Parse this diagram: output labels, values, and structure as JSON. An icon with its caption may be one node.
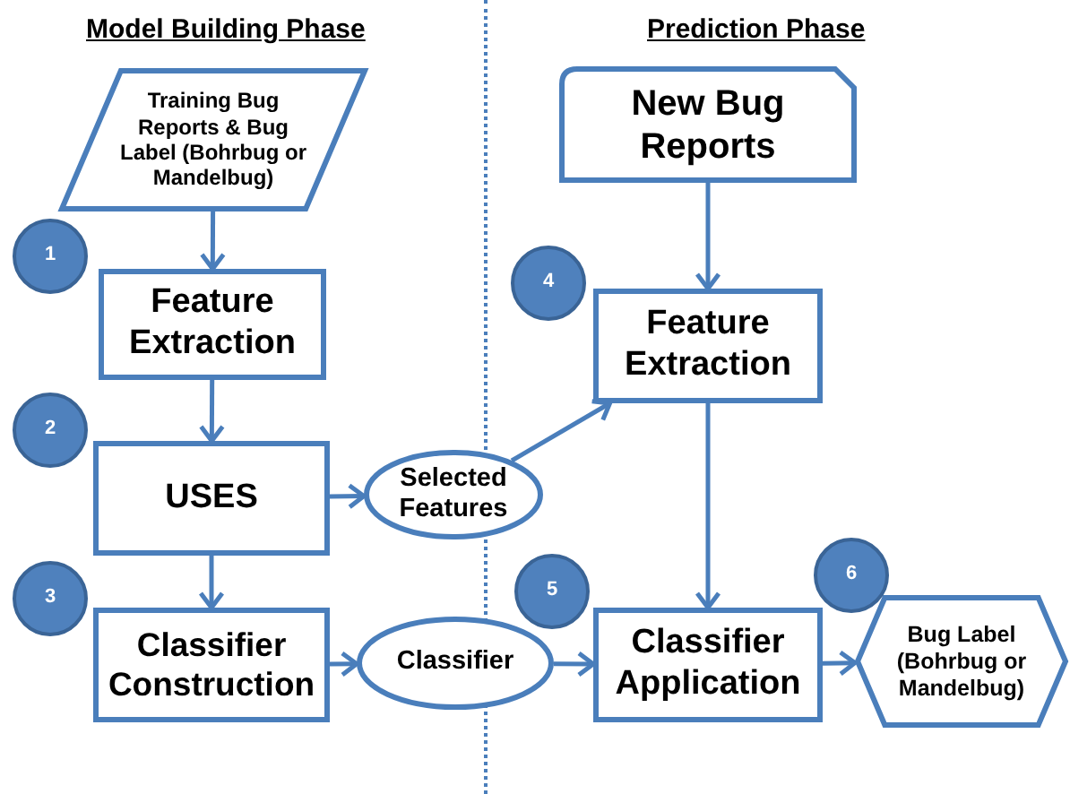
{
  "diagram": {
    "nodes": [
      {
        "text": [
          "Training Bug Reports & Bug Label (Bohrbug or Mandelbug)"
        ]
      },
      {
        "text": [
          "Feature Extraction"
        ]
      },
      {
        "text": [
          "USES"
        ]
      },
      {
        "text": [
          "Classifier Construction"
        ]
      },
      {
        "text": [
          "Selected Features"
        ]
      },
      {
        "text": [
          "Classifier"
        ]
      },
      {
        "text": [
          "New Bug Reports"
        ]
      },
      {
        "text": [
          "Feature Extraction"
        ]
      },
      {
        "text": [
          "Classifier Application"
        ]
      },
      {
        "text": [
          "Bug Label (Bohrbug or Mandelbug)"
        ]
      },
      {
        "text": [
          "1"
        ]
      },
      {
        "text": [
          "2"
        ]
      },
      {
        "text": [
          "3"
        ]
      },
      {
        "text": [
          "4"
        ]
      },
      {
        "text": [
          "5"
        ]
      },
      {
        "text": [
          "6"
        ]
      }
    ],
    "edges": [
      {
        "from": 0,
        "to": 1,
        "arrow": "to"
      },
      {
        "from": 1,
        "to": 2,
        "arrow": "to"
      },
      {
        "from": 2,
        "to": 4,
        "arrow": "to"
      },
      {
        "from": 4,
        "to": 7,
        "arrow": "to"
      },
      {
        "from": 2,
        "to": 3,
        "arrow": "to"
      },
      {
        "from": 3,
        "to": 5,
        "arrow": "to"
      },
      {
        "from": 5,
        "to": 8,
        "arrow": "to"
      },
      {
        "from": 6,
        "to": 7,
        "arrow": "to"
      },
      {
        "from": 7,
        "to": 8,
        "arrow": "to"
      },
      {
        "from": 8,
        "to": 9,
        "arrow": "to"
      }
    ],
    "labels": [
      "Model Building Phase",
      "Prediction Phase"
    ]
  }
}
